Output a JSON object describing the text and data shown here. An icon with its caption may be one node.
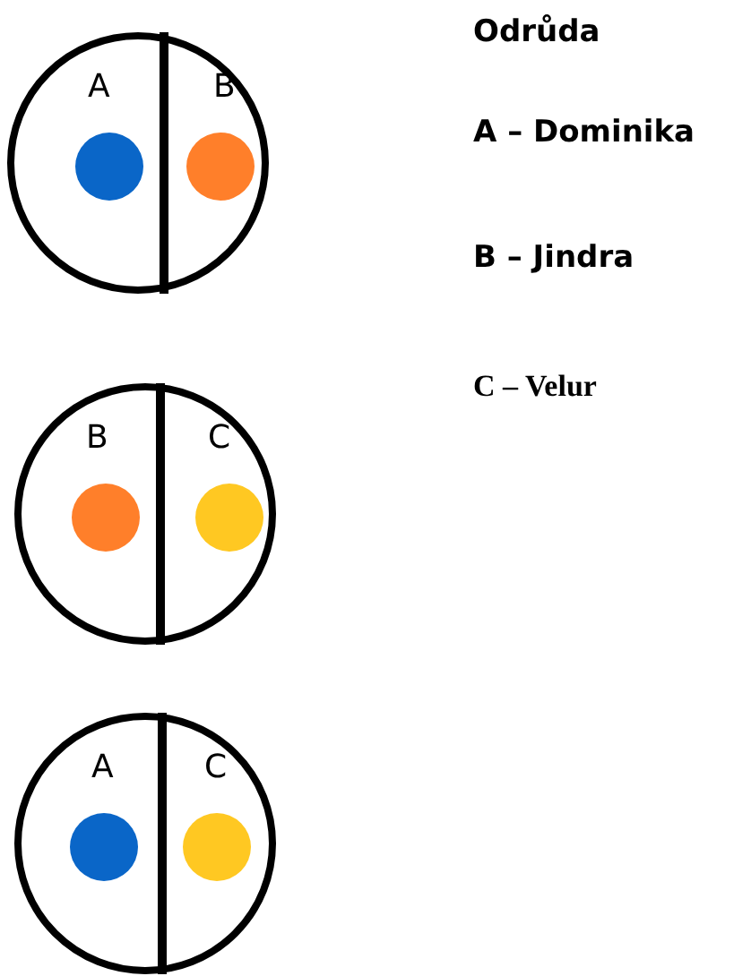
{
  "diagram": {
    "title": "Odrůda",
    "nodes": [
      {
        "text": [
          "A",
          "B"
        ]
      },
      {
        "text": [
          "B",
          "C"
        ]
      },
      {
        "text": [
          "A",
          "C"
        ]
      }
    ],
    "labels": [
      "A – Dominika",
      "B – Jindra",
      "C – Velur"
    ]
  }
}
